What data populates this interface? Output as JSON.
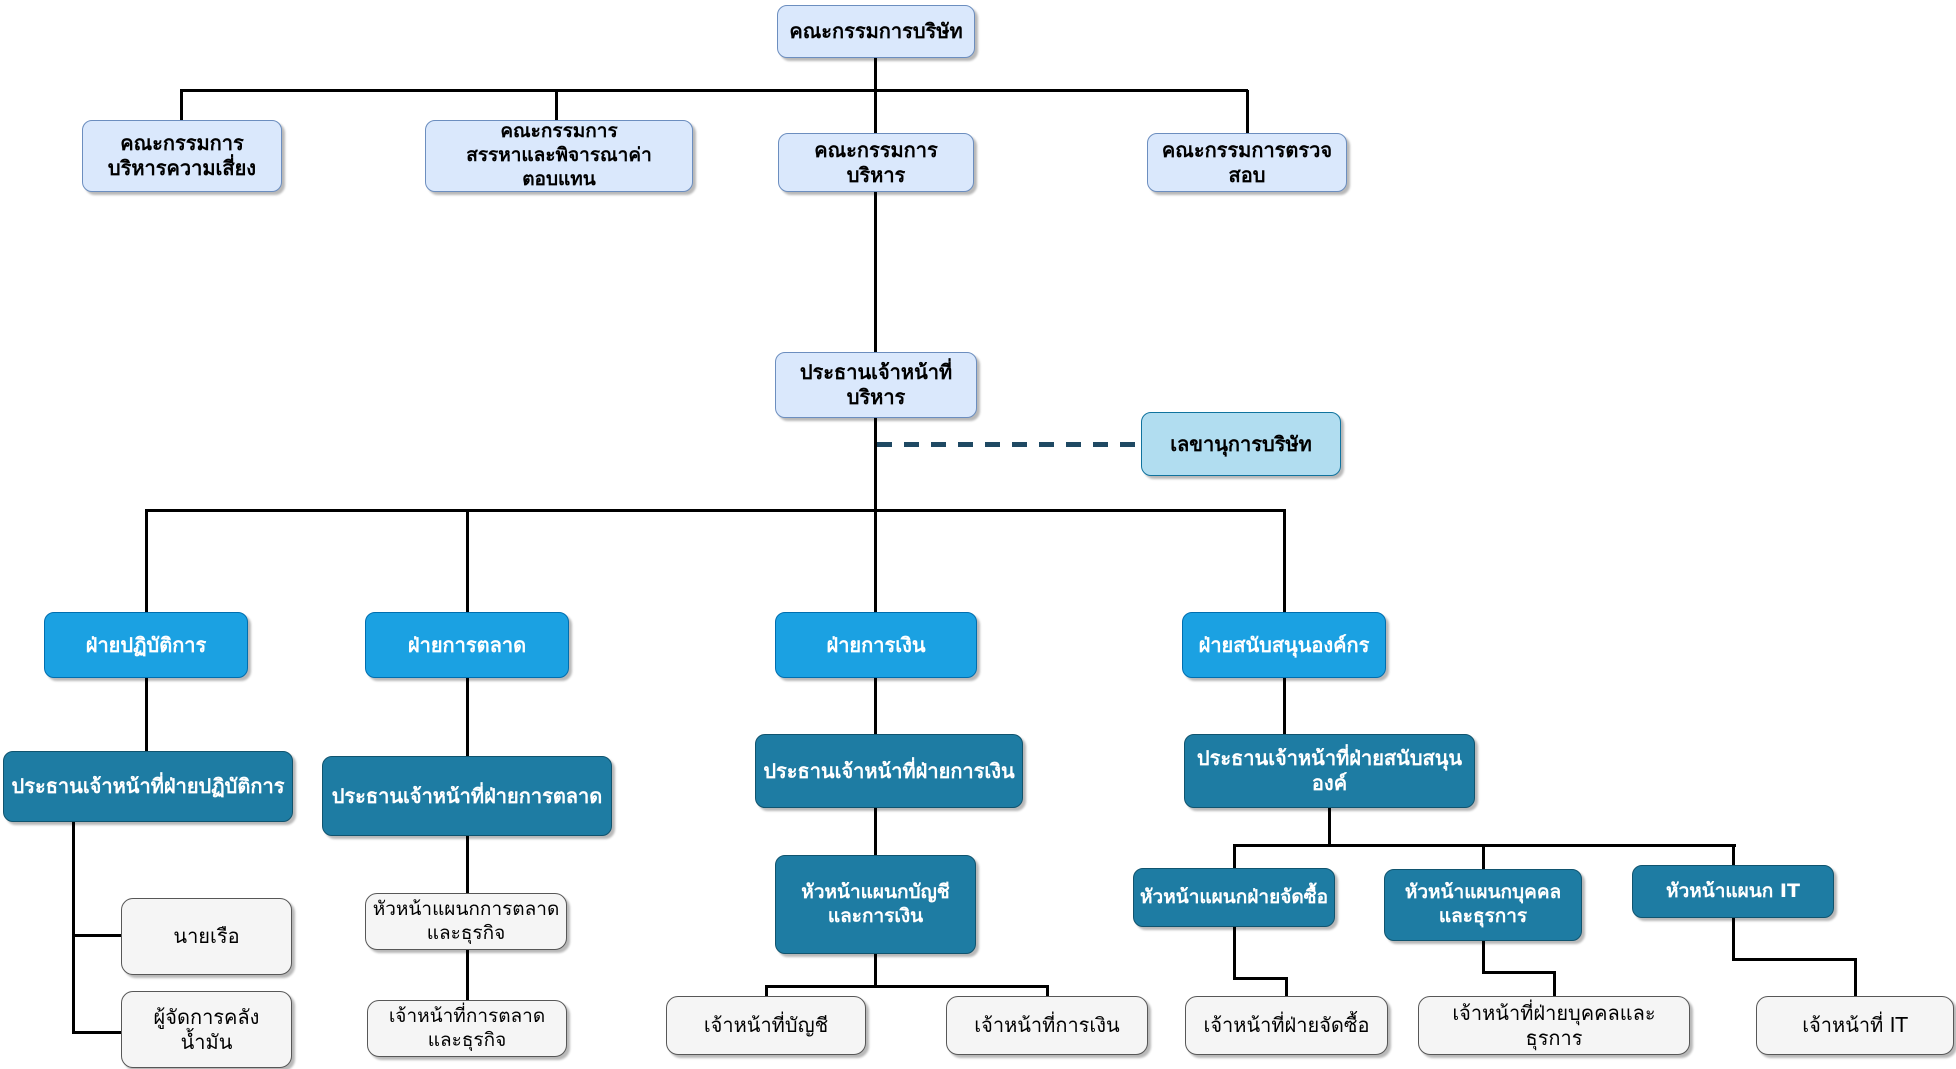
{
  "diagram_type": "org-chart",
  "colors": {
    "committee_fill": "#dae8fc",
    "committee_border": "#6c8ebf",
    "secretary_fill": "#b1ddf0",
    "secretary_border": "#10739e",
    "department_fill": "#1ba1e2",
    "department_border": "#006eaf",
    "executive_fill": "#1e7ca3",
    "executive_border": "#10546f",
    "staff_fill": "#f5f5f5",
    "staff_border": "#575757",
    "connector": "#000000",
    "dashed_connector": "#1f4963"
  },
  "nodes": {
    "board": {
      "label": "คณะกรรมการบริษัท"
    },
    "risk_committee": {
      "label": "คณะกรรมการ\nบริหารความเสี่ยง"
    },
    "nomination_committee": {
      "label": "คณะกรรมการ\nสรรหาและพิจารณาค่าตอบแทน"
    },
    "executive_committee": {
      "label": "คณะกรรมการบริหาร"
    },
    "audit_committee": {
      "label": "คณะกรรมการตรวจสอบ"
    },
    "ceo": {
      "label": "ประธานเจ้าหน้าที่บริหาร"
    },
    "company_secretary": {
      "label": "เลขานุการบริษัท"
    },
    "operations_dept": {
      "label": "ฝ่ายปฏิบัติการ"
    },
    "marketing_dept": {
      "label": "ฝ่ายการตลาด"
    },
    "finance_dept": {
      "label": "ฝ่ายการเงิน"
    },
    "support_dept": {
      "label": "ฝ่ายสนับสนุนองค์กร"
    },
    "coo": {
      "label": "ประธานเจ้าหน้าที่ฝ่ายปฏิบัติการ"
    },
    "cmo": {
      "label": "ประธานเจ้าหน้าที่ฝ่ายการตลาด"
    },
    "cfo": {
      "label": "ประธานเจ้าหน้าที่ฝ่ายการเงิน"
    },
    "cso": {
      "label": "ประธานเจ้าหน้าที่ฝ่ายสนับสนุนองค์"
    },
    "head_accounting_finance": {
      "label": "หัวหน้าแผนกบัญชี\nและการเงิน"
    },
    "head_purchasing": {
      "label": "หัวหน้าแผนกฝ่ายจัดซื้อ"
    },
    "head_hr_admin": {
      "label": "หัวหน้าแผนกบุคคล\nและธุรการ"
    },
    "head_it": {
      "label": "หัวหน้าแผนก IT"
    },
    "ship_master": {
      "label": "นายเรือ"
    },
    "oil_depot_manager": {
      "label": "ผู้จัดการคลังน้ำมัน"
    },
    "head_marketing_business": {
      "label": "หัวหน้าแผนกการตลาด\nและธุรกิจ"
    },
    "marketing_business_officer": {
      "label": "เจ้าหน้าที่การตลาด\nและธุรกิจ"
    },
    "accounting_officer": {
      "label": "เจ้าหน้าที่บัญชี"
    },
    "finance_officer": {
      "label": "เจ้าหน้าที่การเงิน"
    },
    "purchasing_officer": {
      "label": "เจ้าหน้าที่ฝ่ายจัดซื้อ"
    },
    "hr_admin_officer": {
      "label": "เจ้าหน้าที่ฝ่ายบุคคลและธุรการ"
    },
    "it_officer": {
      "label": "เจ้าหน้าที่ IT"
    }
  }
}
